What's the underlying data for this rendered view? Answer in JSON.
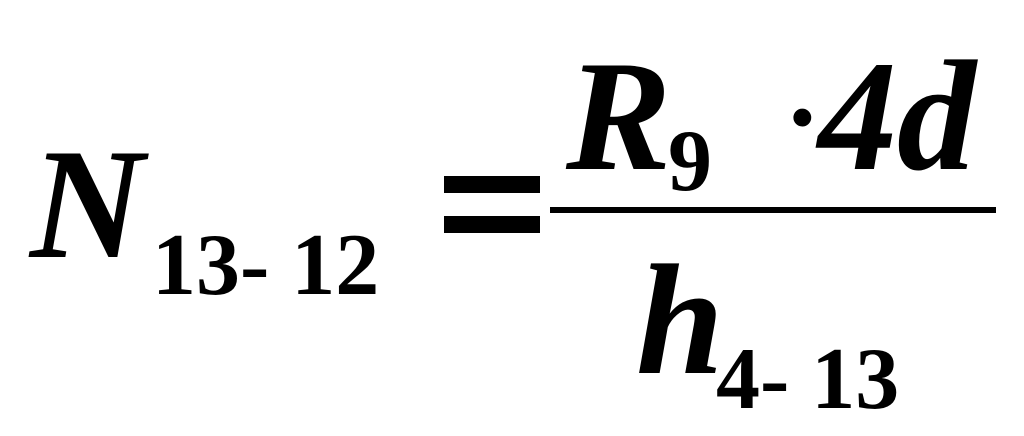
{
  "formula": {
    "lhs": {
      "variable": "N",
      "subscript": "13- 12"
    },
    "equals": "=",
    "numerator": {
      "variable": "R",
      "subscript": "9",
      "operator": "·",
      "coefficient": "4d"
    },
    "denominator": {
      "variable": "h",
      "subscript": "4- 13"
    }
  }
}
